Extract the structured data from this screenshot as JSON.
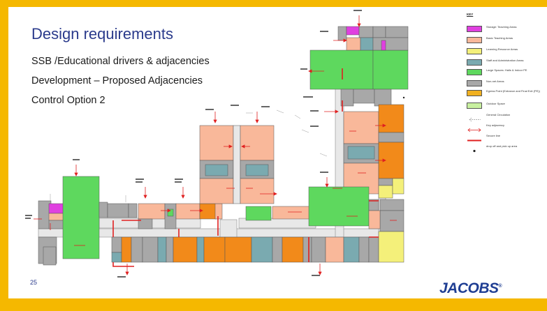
{
  "title": "Design requirements",
  "subtitles": [
    "SSB /Educational drivers & adjacencies",
    "Development – Proposed Adjacencies",
    "Control Option 2"
  ],
  "page_number": "25",
  "logo_text": "JACOBS",
  "logo_mark": "®",
  "key": {
    "title": "KEY",
    "items": [
      {
        "label": "Storage: Teaching Areas",
        "color": "#e040e0",
        "kind": "swatch"
      },
      {
        "label": "Basic Teaching Areas",
        "color": "#f9b89a",
        "kind": "swatch"
      },
      {
        "label": "Learning Resource Areas",
        "color": "#f4f07a",
        "kind": "swatch"
      },
      {
        "label": "Staff and Administration Areas",
        "color": "#7aaab0",
        "kind": "swatch"
      },
      {
        "label": "Large Spaces: Halls & Indoor PE",
        "color": "#5ed85e",
        "kind": "swatch"
      },
      {
        "label": "Non-net Areas",
        "color": "#a8a8a8",
        "kind": "swatch"
      },
      {
        "label": "Egress Point (Entrance and Final Exit (PE))",
        "color": "#f0b020",
        "kind": "swatch"
      },
      {
        "label": "Outdoor Space",
        "color": "#c8f0a0",
        "kind": "swatch"
      },
      {
        "label": "General Circulation",
        "color": "#999999",
        "kind": "arrow-gray"
      },
      {
        "label": "Key adjacency",
        "color": "#e02020",
        "kind": "arrow-red"
      },
      {
        "label": "Secure line",
        "color": "#e02020",
        "kind": "line-red"
      },
      {
        "label": "drop off and pick up area",
        "color": "#222222",
        "kind": "dot"
      }
    ]
  },
  "colors": {
    "background": "#f5b800",
    "title": "#2b3b8c",
    "logo": "#1f3e93",
    "teaching": "#f9b89a",
    "storage": "#e040e0",
    "learning": "#f4f07a",
    "staff": "#7aaab0",
    "hall": "#5ed85e",
    "nonnet": "#a8a8a8",
    "egress": "#f0b020",
    "orange": "#f28a1a",
    "outdoor": "#c8f0a0",
    "circulation": "#e8e8e8",
    "adjacency": "#e02020"
  }
}
